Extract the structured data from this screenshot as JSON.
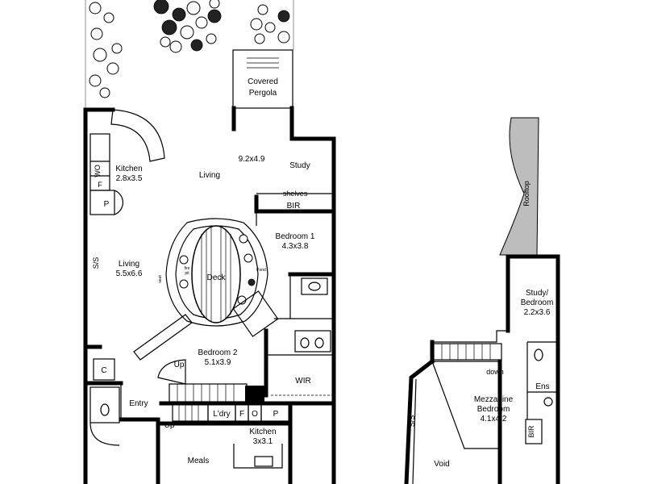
{
  "garden": {
    "pergola_label": "Covered\nPergola"
  },
  "ground_floor": {
    "rooms": {
      "kitchen_top": {
        "name": "Kitchen",
        "size": "2.8x3.5"
      },
      "living_top": {
        "name": "Living",
        "size": "9.2x4.9"
      },
      "study": {
        "name": "Study"
      },
      "living_left": {
        "name": "Living",
        "size": "5.5x6.6"
      },
      "bedroom1": {
        "name": "Bedroom 1",
        "size": "4.3x3.8"
      },
      "bedroom2": {
        "name": "Bedroom 2",
        "size": "5.1x3.9"
      },
      "deck": {
        "name": "Deck"
      },
      "wir": {
        "name": "WIR"
      },
      "entry": {
        "name": "Entry"
      },
      "meals": {
        "name": "Meals"
      },
      "kitchen_bottom": {
        "name": "Kitchen",
        "size": "3x3.1"
      },
      "laundry": {
        "name": "L'dry"
      }
    },
    "codes": {
      "wo": "WO",
      "f_left": "F",
      "p_pantry": "P",
      "c_cupboard": "C",
      "bir": "BIR",
      "shelves": "shelves",
      "ss": "S/S",
      "up_stairs": "Up",
      "up_entry": "Up",
      "f": "F",
      "o": "O",
      "p": "P",
      "pond": "Pond",
      "seat": "seat",
      "fire_pit": "fire\npit"
    }
  },
  "upper_floor": {
    "rooms": {
      "rooftop": {
        "name": "Rooftop"
      },
      "study_bedroom": {
        "name": "Study/\nBedroom",
        "size": "2.2x3.6"
      },
      "mezzanine": {
        "name": "Mezzanine\nBedroom",
        "size": "4.1x4.2"
      },
      "void": {
        "name": "Void"
      }
    },
    "codes": {
      "down": "down",
      "ens": "Ens",
      "bir": "BIR",
      "ss": "S/S"
    }
  }
}
